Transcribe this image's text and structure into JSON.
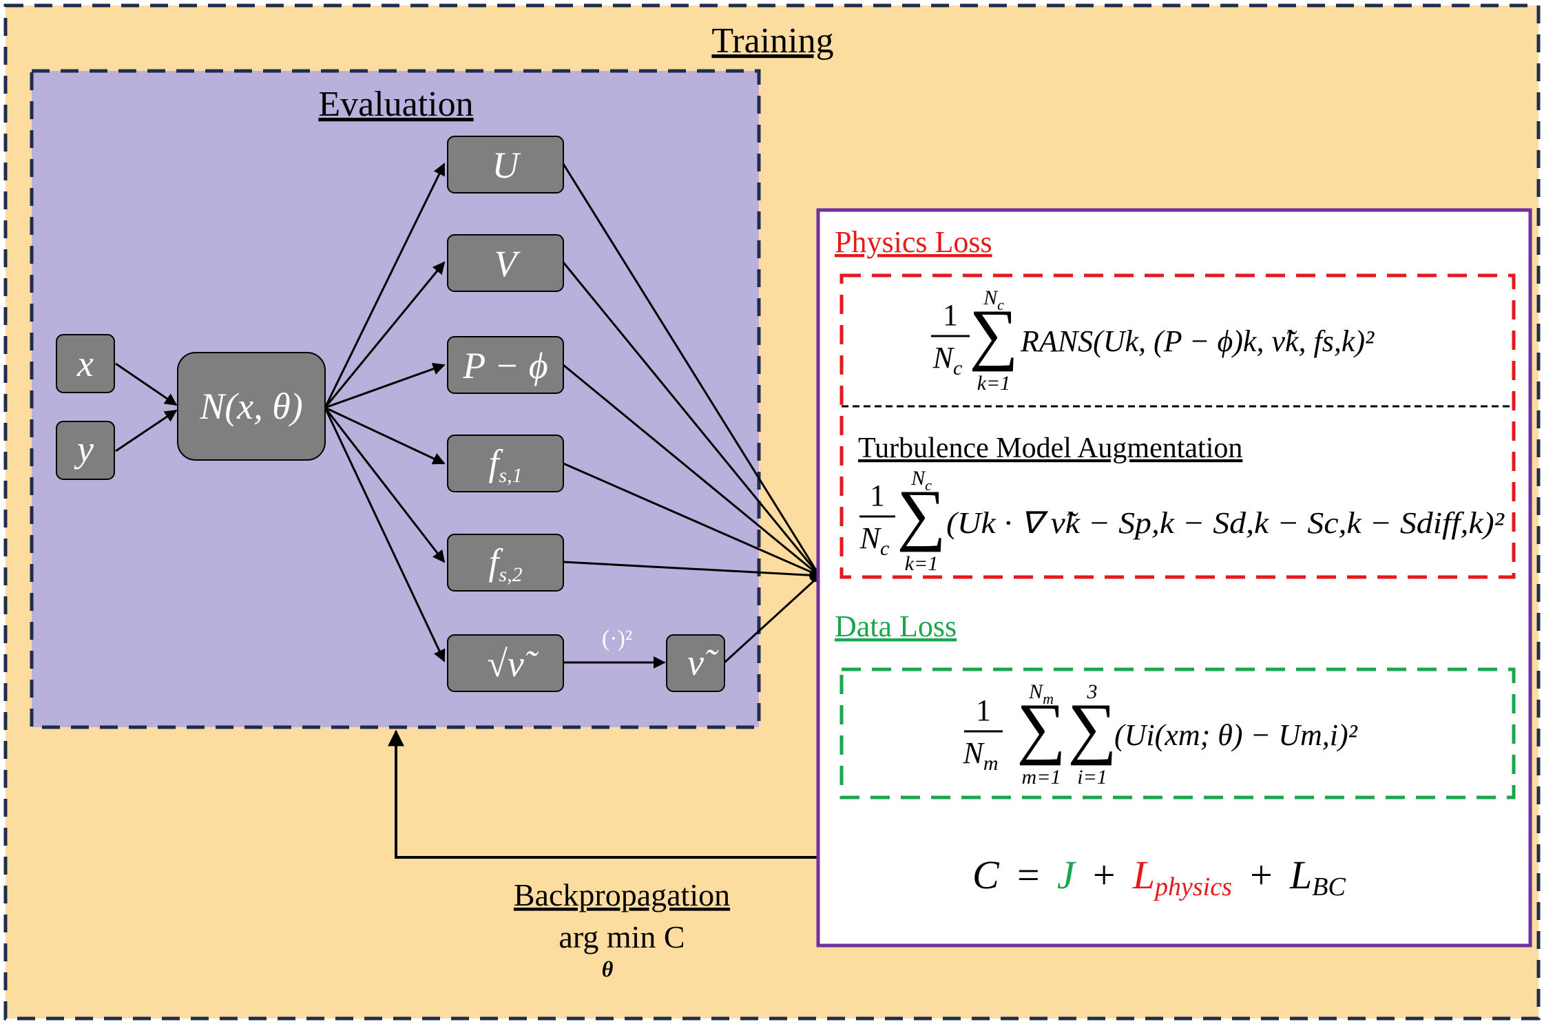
{
  "colors": {
    "training_bg": "#fddca0",
    "evaluation_bg": "#b9b0dc",
    "node_fill": "#7f7f7f",
    "border_dark": "#1f2d4d",
    "loss_panel_border": "#7030a0",
    "physics_red": "#e61a1a",
    "data_green": "#1aa64d"
  },
  "training": {
    "title": "Training"
  },
  "evaluation": {
    "title": "Evaluation"
  },
  "nodes": {
    "inputs": [
      "x",
      "y"
    ],
    "network": "N(x, θ)",
    "outputs": [
      "U",
      "V",
      "P − ϕ",
      "f",
      "f",
      "√ν̃"
    ],
    "output_subscripts": [
      "",
      "",
      "",
      "s,1",
      "s,2",
      ""
    ],
    "nu_tilde": "ν̃",
    "square_op": "(·)²"
  },
  "losses": {
    "physics_title": "Physics Loss",
    "turbulence_title": "Turbulence Model Augmentation",
    "data_title": "Data Loss",
    "physics_eq": {
      "frac": "1",
      "den": "N",
      "den_sub": "c",
      "sum_top": "N",
      "sum_top_sub": "c",
      "sum_bottom": "k=1",
      "body": "RANS(Uk, (P − ϕ)k, ν̃k, fs,k)²"
    },
    "turbulence_eq": {
      "frac": "1",
      "den": "N",
      "den_sub": "c",
      "sum_top": "N",
      "sum_top_sub": "c",
      "sum_bottom": "k=1",
      "body": "(Uk · ∇ ν̃k − Sp,k − Sd,k − Sc,k − Sdiff,k)²"
    },
    "data_eq": {
      "frac": "1",
      "den": "N",
      "den_sub": "m",
      "sum1_top": "N",
      "sum1_top_sub": "m",
      "sum1_bottom": "m=1",
      "sum2_top": "3",
      "sum2_bottom": "i=1",
      "body": "(Ui(xm; θ) − Um,i)²"
    },
    "cost": {
      "lhs": "C",
      "eq": "=",
      "j": "J",
      "plus1": "+",
      "lp": "L",
      "lp_sub": "physics",
      "plus2": "+",
      "lbc": "L",
      "lbc_sub": "BC"
    }
  },
  "backprop": {
    "title": "Backpropagation",
    "argmin": "arg min C",
    "argmin_sub": "θ"
  }
}
